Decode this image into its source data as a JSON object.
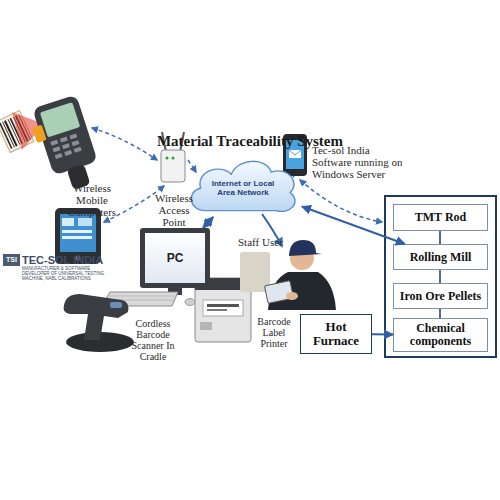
{
  "diagram": {
    "title": "Material Traceability System",
    "nodes": [
      {
        "text": [
          "Internet or Local Area Network"
        ]
      },
      {
        "text": [
          "PC"
        ]
      },
      {
        "text": [
          "TMT Rod"
        ]
      },
      {
        "text": [
          "Rolling Mill"
        ]
      },
      {
        "text": [
          "Iron Ore Pellets"
        ]
      },
      {
        "text": [
          "Chemical components"
        ]
      },
      {
        "text": [
          "Hot Furnace"
        ]
      }
    ],
    "edges": [
      {
        "from": 0,
        "to": 1,
        "arrow": "both"
      },
      {
        "from": 0,
        "to": 3,
        "arrow": "both"
      },
      {
        "from": 6,
        "to": 5,
        "arrow": "to"
      }
    ],
    "labels": [
      "Wireless Mobile Computers",
      "Wireless Access Point",
      "Cordless Barcode Scanner In Cradle",
      "Barcode Label Printer",
      "Staff User",
      "Tec-sol India Software running on Windows Server",
      "TEC-SOL INDIA",
      "MANUFACTURER & SOFTWARE DEVELOPER OF UNIVERSAL TESTING MACHINE, NABL CALIBRATIONS",
      "TSI"
    ]
  }
}
